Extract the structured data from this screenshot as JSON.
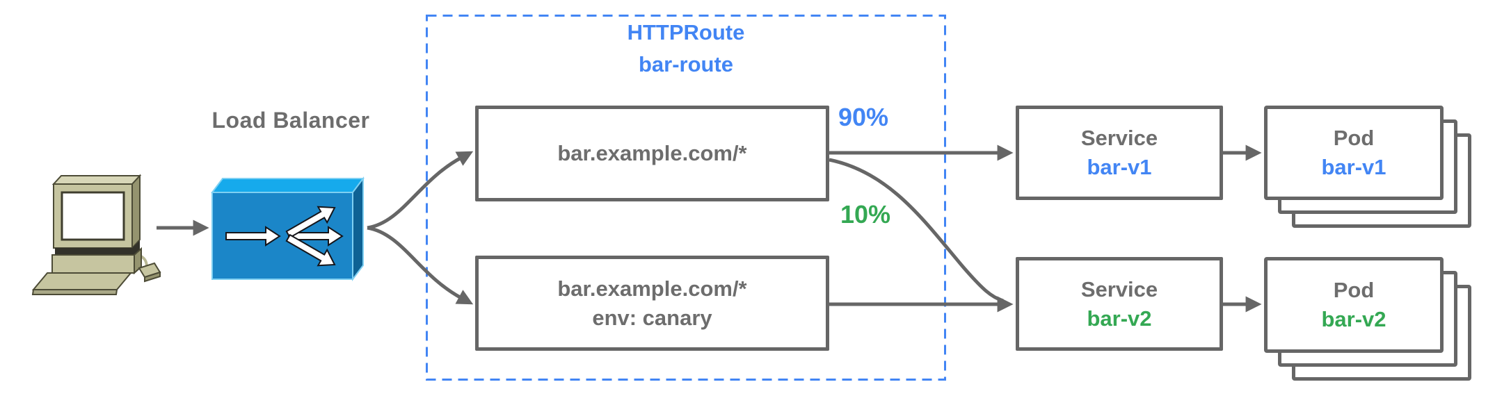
{
  "client": {
    "icon": "desktop-computer-icon"
  },
  "load_balancer": {
    "label": "Load Balancer",
    "icon": "load-balancer-icon"
  },
  "httproute_group": {
    "name_line1": "HTTPRoute",
    "name_line2": "bar-route",
    "matches": [
      {
        "lines": [
          "bar.example.com/*"
        ]
      },
      {
        "lines": [
          "bar.example.com/*",
          "env: canary"
        ]
      }
    ],
    "weights": [
      {
        "value": "90%",
        "color": "#4285f4"
      },
      {
        "value": "10%",
        "color": "#34a853"
      }
    ]
  },
  "services": [
    {
      "type_label": "Service",
      "name": "bar-v1",
      "name_color": "#4285f4"
    },
    {
      "type_label": "Service",
      "name": "bar-v2",
      "name_color": "#34a853"
    }
  ],
  "pods": [
    {
      "type_label": "Pod",
      "name": "bar-v1",
      "name_color": "#4285f4"
    },
    {
      "type_label": "Pod",
      "name": "bar-v2",
      "name_color": "#34a853"
    }
  ],
  "colors": {
    "accent_blue": "#4285f4",
    "accent_green": "#34a853",
    "line_gray": "#666666",
    "text_gray": "#6d6d6d",
    "lb_front_blue": "#1b86c8",
    "lb_top_blue": "#16aaec",
    "lb_side_blue": "#0e6294",
    "dashed_border_blue": "#4285f4"
  }
}
